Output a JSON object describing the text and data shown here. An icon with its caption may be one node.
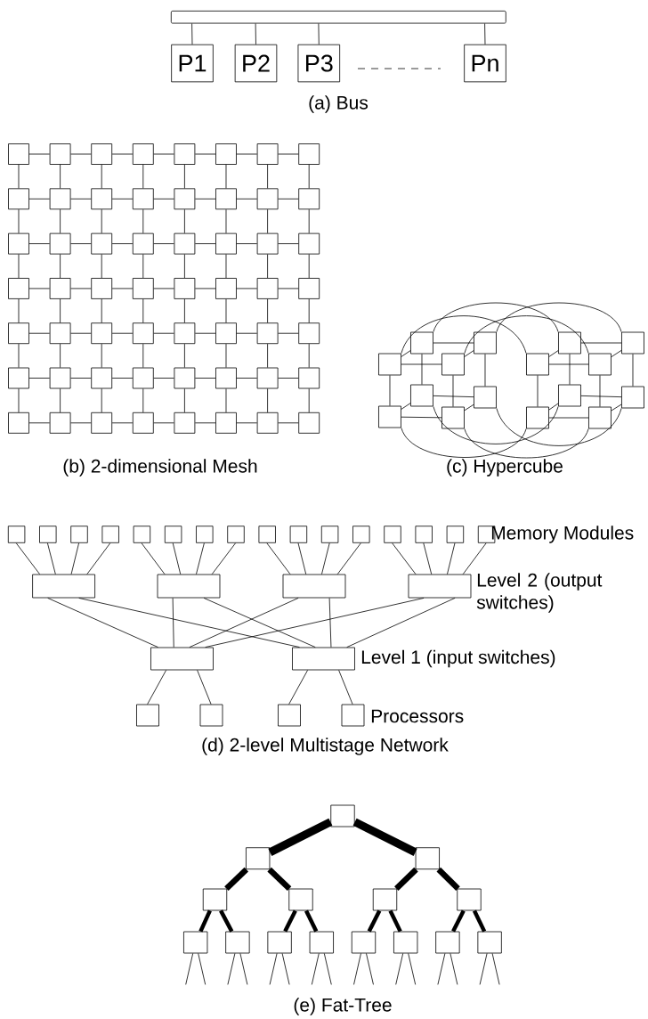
{
  "diagram": {
    "nodes": [
      {
        "text": [],
        "shape": "bar"
      },
      {
        "text": [
          "P1"
        ]
      },
      {
        "text": [
          "P2"
        ]
      },
      {
        "text": [
          "P3"
        ]
      },
      {
        "text": [
          "Pn"
        ]
      },
      {
        "text": [],
        "shape": "box"
      },
      {
        "text": [],
        "shape": "box"
      },
      {
        "text": [],
        "shape": "box"
      },
      {
        "text": [],
        "shape": "box"
      },
      {
        "text": [],
        "shape": "box"
      },
      {
        "text": [],
        "shape": "box"
      },
      {
        "text": [],
        "shape": "box"
      },
      {
        "text": [],
        "shape": "box"
      },
      {
        "text": [],
        "shape": "box"
      },
      {
        "text": [],
        "shape": "box"
      },
      {
        "text": [],
        "shape": "box"
      },
      {
        "text": [],
        "shape": "box"
      },
      {
        "text": [],
        "shape": "box"
      },
      {
        "text": [],
        "shape": "box"
      },
      {
        "text": [],
        "shape": "box"
      },
      {
        "text": [],
        "shape": "box"
      },
      {
        "text": [],
        "shape": "box"
      },
      {
        "text": [],
        "shape": "box"
      },
      {
        "text": [],
        "shape": "box"
      },
      {
        "text": [],
        "shape": "box"
      },
      {
        "text": [],
        "shape": "box"
      },
      {
        "text": [],
        "shape": "box"
      },
      {
        "text": [],
        "shape": "box"
      },
      {
        "text": [],
        "shape": "box"
      },
      {
        "text": [],
        "shape": "box"
      },
      {
        "text": [],
        "shape": "box"
      },
      {
        "text": [],
        "shape": "box"
      },
      {
        "text": [],
        "shape": "box"
      },
      {
        "text": [],
        "shape": "box"
      },
      {
        "text": [],
        "shape": "box"
      },
      {
        "text": [],
        "shape": "box"
      },
      {
        "text": [],
        "shape": "box"
      },
      {
        "text": [],
        "shape": "box"
      },
      {
        "text": [],
        "shape": "box"
      },
      {
        "text": [],
        "shape": "box"
      },
      {
        "text": [],
        "shape": "box"
      },
      {
        "text": [],
        "shape": "box"
      },
      {
        "text": [],
        "shape": "box"
      },
      {
        "text": [],
        "shape": "box"
      },
      {
        "text": [],
        "shape": "box"
      },
      {
        "text": [],
        "shape": "box"
      },
      {
        "text": [],
        "shape": "box"
      },
      {
        "text": [],
        "shape": "box"
      },
      {
        "text": [],
        "shape": "box"
      },
      {
        "text": [],
        "shape": "box"
      },
      {
        "text": [],
        "shape": "box"
      },
      {
        "text": [],
        "shape": "box"
      },
      {
        "text": [],
        "shape": "box"
      },
      {
        "text": [],
        "shape": "box"
      },
      {
        "text": [],
        "shape": "box"
      },
      {
        "text": [],
        "shape": "box"
      },
      {
        "text": [],
        "shape": "box"
      },
      {
        "text": [],
        "shape": "box"
      },
      {
        "text": [],
        "shape": "box"
      },
      {
        "text": [],
        "shape": "box"
      },
      {
        "text": [],
        "shape": "box"
      },
      {
        "text": [],
        "shape": "box"
      },
      {
        "text": [],
        "shape": "box"
      },
      {
        "text": [],
        "shape": "box"
      },
      {
        "text": [],
        "shape": "box"
      },
      {
        "text": [],
        "shape": "box"
      },
      {
        "text": [],
        "shape": "box"
      },
      {
        "text": [],
        "shape": "box"
      },
      {
        "text": [],
        "shape": "box"
      },
      {
        "text": [],
        "shape": "box"
      },
      {
        "text": [],
        "shape": "box"
      },
      {
        "text": [],
        "shape": "box"
      },
      {
        "text": [],
        "shape": "box"
      },
      {
        "text": [],
        "shape": "box"
      },
      {
        "text": [],
        "shape": "box"
      },
      {
        "text": [],
        "shape": "box"
      },
      {
        "text": [],
        "shape": "box"
      },
      {
        "text": [],
        "shape": "box"
      },
      {
        "text": [],
        "shape": "box"
      },
      {
        "text": [],
        "shape": "box"
      },
      {
        "text": [],
        "shape": "box"
      },
      {
        "text": [],
        "shape": "box"
      },
      {
        "text": [],
        "shape": "box"
      },
      {
        "text": [],
        "shape": "box"
      },
      {
        "text": [],
        "shape": "box"
      },
      {
        "text": [],
        "shape": "box"
      },
      {
        "text": [],
        "shape": "box"
      },
      {
        "text": [],
        "shape": "box"
      },
      {
        "text": [],
        "shape": "box"
      },
      {
        "text": [],
        "shape": "box"
      },
      {
        "text": [],
        "shape": "box"
      },
      {
        "text": [],
        "shape": "box"
      },
      {
        "text": [],
        "shape": "box"
      },
      {
        "text": [],
        "shape": "box"
      },
      {
        "text": [],
        "shape": "box"
      },
      {
        "text": [],
        "shape": "box"
      },
      {
        "text": [],
        "shape": "box"
      },
      {
        "text": [],
        "shape": "box"
      },
      {
        "text": [],
        "shape": "box"
      },
      {
        "text": [],
        "shape": "box"
      },
      {
        "text": [],
        "shape": "box"
      },
      {
        "text": [],
        "shape": "box"
      },
      {
        "text": [],
        "shape": "box"
      },
      {
        "text": [],
        "shape": "box"
      },
      {
        "text": [],
        "shape": "box"
      },
      {
        "text": [],
        "shape": "box"
      },
      {
        "text": [],
        "shape": "box"
      },
      {
        "text": [],
        "shape": "box"
      },
      {
        "text": [],
        "shape": "box"
      },
      {
        "text": [],
        "shape": "box"
      },
      {
        "text": [],
        "shape": "box"
      },
      {
        "text": [],
        "shape": "box"
      },
      {
        "text": [],
        "shape": "box"
      },
      {
        "text": [],
        "shape": "box"
      },
      {
        "text": [],
        "shape": "box"
      },
      {
        "text": [],
        "shape": "box"
      },
      {
        "text": [],
        "shape": "box"
      },
      {
        "text": [],
        "shape": "box"
      }
    ],
    "edges": [
      {
        "from": 0,
        "to": 1,
        "arrow": "none"
      },
      {
        "from": 0,
        "to": 2,
        "arrow": "none"
      },
      {
        "from": 0,
        "to": 3,
        "arrow": "none"
      },
      {
        "from": 0,
        "to": 4,
        "arrow": "none"
      },
      {
        "from": 5,
        "to": 6,
        "arrow": "none"
      },
      {
        "from": 6,
        "to": 7,
        "arrow": "none"
      },
      {
        "from": 7,
        "to": 8,
        "arrow": "none"
      },
      {
        "from": 8,
        "to": 9,
        "arrow": "none"
      },
      {
        "from": 9,
        "to": 10,
        "arrow": "none"
      },
      {
        "from": 10,
        "to": 11,
        "arrow": "none"
      },
      {
        "from": 11,
        "to": 12,
        "arrow": "none"
      },
      {
        "from": 13,
        "to": 14,
        "arrow": "none"
      },
      {
        "from": 14,
        "to": 15,
        "arrow": "none"
      },
      {
        "from": 15,
        "to": 16,
        "arrow": "none"
      },
      {
        "from": 16,
        "to": 17,
        "arrow": "none"
      },
      {
        "from": 17,
        "to": 18,
        "arrow": "none"
      },
      {
        "from": 18,
        "to": 19,
        "arrow": "none"
      },
      {
        "from": 19,
        "to": 20,
        "arrow": "none"
      },
      {
        "from": 21,
        "to": 22,
        "arrow": "none"
      },
      {
        "from": 22,
        "to": 23,
        "arrow": "none"
      },
      {
        "from": 23,
        "to": 24,
        "arrow": "none"
      },
      {
        "from": 24,
        "to": 25,
        "arrow": "none"
      },
      {
        "from": 25,
        "to": 26,
        "arrow": "none"
      },
      {
        "from": 26,
        "to": 27,
        "arrow": "none"
      },
      {
        "from": 27,
        "to": 28,
        "arrow": "none"
      },
      {
        "from": 29,
        "to": 30,
        "arrow": "none"
      },
      {
        "from": 30,
        "to": 31,
        "arrow": "none"
      },
      {
        "from": 31,
        "to": 32,
        "arrow": "none"
      },
      {
        "from": 32,
        "to": 33,
        "arrow": "none"
      },
      {
        "from": 33,
        "to": 34,
        "arrow": "none"
      },
      {
        "from": 34,
        "to": 35,
        "arrow": "none"
      },
      {
        "from": 35,
        "to": 36,
        "arrow": "none"
      },
      {
        "from": 37,
        "to": 38,
        "arrow": "none"
      },
      {
        "from": 38,
        "to": 39,
        "arrow": "none"
      },
      {
        "from": 39,
        "to": 40,
        "arrow": "none"
      },
      {
        "from": 40,
        "to": 41,
        "arrow": "none"
      },
      {
        "from": 41,
        "to": 42,
        "arrow": "none"
      },
      {
        "from": 42,
        "to": 43,
        "arrow": "none"
      },
      {
        "from": 43,
        "to": 44,
        "arrow": "none"
      },
      {
        "from": 45,
        "to": 46,
        "arrow": "none"
      },
      {
        "from": 46,
        "to": 47,
        "arrow": "none"
      },
      {
        "from": 47,
        "to": 48,
        "arrow": "none"
      },
      {
        "from": 48,
        "to": 49,
        "arrow": "none"
      },
      {
        "from": 49,
        "to": 50,
        "arrow": "none"
      },
      {
        "from": 50,
        "to": 51,
        "arrow": "none"
      },
      {
        "from": 51,
        "to": 52,
        "arrow": "none"
      },
      {
        "from": 53,
        "to": 54,
        "arrow": "none"
      },
      {
        "from": 54,
        "to": 55,
        "arrow": "none"
      },
      {
        "from": 55,
        "to": 56,
        "arrow": "none"
      },
      {
        "from": 56,
        "to": 57,
        "arrow": "none"
      },
      {
        "from": 57,
        "to": 58,
        "arrow": "none"
      },
      {
        "from": 58,
        "to": 59,
        "arrow": "none"
      },
      {
        "from": 59,
        "to": 60,
        "arrow": "none"
      },
      {
        "from": 5,
        "to": 13,
        "arrow": "none"
      },
      {
        "from": 6,
        "to": 14,
        "arrow": "none"
      },
      {
        "from": 7,
        "to": 15,
        "arrow": "none"
      },
      {
        "from": 8,
        "to": 16,
        "arrow": "none"
      },
      {
        "from": 9,
        "to": 17,
        "arrow": "none"
      },
      {
        "from": 10,
        "to": 18,
        "arrow": "none"
      },
      {
        "from": 11,
        "to": 19,
        "arrow": "none"
      },
      {
        "from": 12,
        "to": 20,
        "arrow": "none"
      },
      {
        "from": 13,
        "to": 21,
        "arrow": "none"
      },
      {
        "from": 14,
        "to": 22,
        "arrow": "none"
      },
      {
        "from": 15,
        "to": 23,
        "arrow": "none"
      },
      {
        "from": 16,
        "to": 24,
        "arrow": "none"
      },
      {
        "from": 17,
        "to": 25,
        "arrow": "none"
      },
      {
        "from": 18,
        "to": 26,
        "arrow": "none"
      },
      {
        "from": 19,
        "to": 27,
        "arrow": "none"
      },
      {
        "from": 20,
        "to": 28,
        "arrow": "none"
      },
      {
        "from": 21,
        "to": 29,
        "arrow": "none"
      },
      {
        "from": 22,
        "to": 30,
        "arrow": "none"
      },
      {
        "from": 23,
        "to": 31,
        "arrow": "none"
      },
      {
        "from": 24,
        "to": 32,
        "arrow": "none"
      },
      {
        "from": 25,
        "to": 33,
        "arrow": "none"
      },
      {
        "from": 26,
        "to": 34,
        "arrow": "none"
      },
      {
        "from": 27,
        "to": 35,
        "arrow": "none"
      },
      {
        "from": 28,
        "to": 36,
        "arrow": "none"
      },
      {
        "from": 29,
        "to": 37,
        "arrow": "none"
      },
      {
        "from": 30,
        "to": 38,
        "arrow": "none"
      },
      {
        "from": 31,
        "to": 39,
        "arrow": "none"
      },
      {
        "from": 32,
        "to": 40,
        "arrow": "none"
      },
      {
        "from": 33,
        "to": 41,
        "arrow": "none"
      },
      {
        "from": 34,
        "to": 42,
        "arrow": "none"
      },
      {
        "from": 35,
        "to": 43,
        "arrow": "none"
      },
      {
        "from": 36,
        "to": 44,
        "arrow": "none"
      },
      {
        "from": 37,
        "to": 45,
        "arrow": "none"
      },
      {
        "from": 38,
        "to": 46,
        "arrow": "none"
      },
      {
        "from": 39,
        "to": 47,
        "arrow": "none"
      },
      {
        "from": 40,
        "to": 48,
        "arrow": "none"
      },
      {
        "from": 41,
        "to": 49,
        "arrow": "none"
      },
      {
        "from": 42,
        "to": 50,
        "arrow": "none"
      },
      {
        "from": 43,
        "to": 51,
        "arrow": "none"
      },
      {
        "from": 44,
        "to": 52,
        "arrow": "none"
      },
      {
        "from": 45,
        "to": 53,
        "arrow": "none"
      },
      {
        "from": 46,
        "to": 54,
        "arrow": "none"
      },
      {
        "from": 47,
        "to": 55,
        "arrow": "none"
      },
      {
        "from": 48,
        "to": 56,
        "arrow": "none"
      },
      {
        "from": 49,
        "to": 57,
        "arrow": "none"
      },
      {
        "from": 50,
        "to": 58,
        "arrow": "none"
      },
      {
        "from": 51,
        "to": 59,
        "arrow": "none"
      },
      {
        "from": 52,
        "to": 60,
        "arrow": "none"
      },
      {
        "from": 65,
        "to": 66,
        "arrow": "none"
      },
      {
        "from": 66,
        "to": 74,
        "arrow": "none"
      },
      {
        "from": 73,
        "to": 74,
        "arrow": "none"
      },
      {
        "from": 65,
        "to": 73,
        "arrow": "none"
      },
      {
        "from": 61,
        "to": 62,
        "arrow": "none"
      },
      {
        "from": 62,
        "to": 70,
        "arrow": "none"
      },
      {
        "from": 69,
        "to": 70,
        "arrow": "none"
      },
      {
        "from": 61,
        "to": 69,
        "arrow": "none"
      },
      {
        "from": 65,
        "to": 61,
        "arrow": "none"
      },
      {
        "from": 66,
        "to": 62,
        "arrow": "none"
      },
      {
        "from": 73,
        "to": 69,
        "arrow": "none"
      },
      {
        "from": 74,
        "to": 70,
        "arrow": "none"
      },
      {
        "from": 67,
        "to": 68,
        "arrow": "none"
      },
      {
        "from": 68,
        "to": 76,
        "arrow": "none"
      },
      {
        "from": 75,
        "to": 76,
        "arrow": "none"
      },
      {
        "from": 67,
        "to": 75,
        "arrow": "none"
      },
      {
        "from": 63,
        "to": 64,
        "arrow": "none"
      },
      {
        "from": 64,
        "to": 72,
        "arrow": "none"
      },
      {
        "from": 71,
        "to": 72,
        "arrow": "none"
      },
      {
        "from": 63,
        "to": 71,
        "arrow": "none"
      },
      {
        "from": 67,
        "to": 63,
        "arrow": "none"
      },
      {
        "from": 68,
        "to": 64,
        "arrow": "none"
      },
      {
        "from": 75,
        "to": 71,
        "arrow": "none"
      },
      {
        "from": 76,
        "to": 72,
        "arrow": "none"
      },
      {
        "from": 61,
        "to": 63,
        "arrow": "none"
      },
      {
        "from": 62,
        "to": 64,
        "arrow": "none"
      },
      {
        "from": 65,
        "to": 67,
        "arrow": "none"
      },
      {
        "from": 66,
        "to": 68,
        "arrow": "none"
      },
      {
        "from": 69,
        "to": 71,
        "arrow": "none"
      },
      {
        "from": 70,
        "to": 72,
        "arrow": "none"
      },
      {
        "from": 73,
        "to": 75,
        "arrow": "none"
      },
      {
        "from": 74,
        "to": 76,
        "arrow": "none"
      },
      {
        "from": 77,
        "to": 93,
        "arrow": "none"
      },
      {
        "from": 78,
        "to": 93,
        "arrow": "none"
      },
      {
        "from": 79,
        "to": 93,
        "arrow": "none"
      },
      {
        "from": 80,
        "to": 93,
        "arrow": "none"
      },
      {
        "from": 81,
        "to": 94,
        "arrow": "none"
      },
      {
        "from": 82,
        "to": 94,
        "arrow": "none"
      },
      {
        "from": 83,
        "to": 94,
        "arrow": "none"
      },
      {
        "from": 84,
        "to": 94,
        "arrow": "none"
      },
      {
        "from": 85,
        "to": 95,
        "arrow": "none"
      },
      {
        "from": 86,
        "to": 95,
        "arrow": "none"
      },
      {
        "from": 87,
        "to": 95,
        "arrow": "none"
      },
      {
        "from": 88,
        "to": 95,
        "arrow": "none"
      },
      {
        "from": 89,
        "to": 96,
        "arrow": "none"
      },
      {
        "from": 90,
        "to": 96,
        "arrow": "none"
      },
      {
        "from": 91,
        "to": 96,
        "arrow": "none"
      },
      {
        "from": 92,
        "to": 96,
        "arrow": "none"
      },
      {
        "from": 93,
        "to": 97,
        "arrow": "none"
      },
      {
        "from": 93,
        "to": 98,
        "arrow": "none"
      },
      {
        "from": 94,
        "to": 97,
        "arrow": "none"
      },
      {
        "from": 94,
        "to": 98,
        "arrow": "none"
      },
      {
        "from": 95,
        "to": 97,
        "arrow": "none"
      },
      {
        "from": 95,
        "to": 98,
        "arrow": "none"
      },
      {
        "from": 96,
        "to": 97,
        "arrow": "none"
      },
      {
        "from": 96,
        "to": 98,
        "arrow": "none"
      },
      {
        "from": 97,
        "to": 99,
        "arrow": "none"
      },
      {
        "from": 97,
        "to": 100,
        "arrow": "none"
      },
      {
        "from": 98,
        "to": 101,
        "arrow": "none"
      },
      {
        "from": 98,
        "to": 102,
        "arrow": "none"
      },
      {
        "from": 103,
        "to": 104,
        "arrow": "none",
        "style": "thick"
      },
      {
        "from": 103,
        "to": 105,
        "arrow": "none",
        "style": "thick"
      },
      {
        "from": 104,
        "to": 106,
        "arrow": "none",
        "style": "thick"
      },
      {
        "from": 104,
        "to": 107,
        "arrow": "none",
        "style": "thick"
      },
      {
        "from": 105,
        "to": 108,
        "arrow": "none",
        "style": "thick"
      },
      {
        "from": 105,
        "to": 109,
        "arrow": "none",
        "style": "thick"
      },
      {
        "from": 106,
        "to": 110,
        "arrow": "none",
        "style": "thick"
      },
      {
        "from": 106,
        "to": 111,
        "arrow": "none",
        "style": "thick"
      },
      {
        "from": 107,
        "to": 112,
        "arrow": "none",
        "style": "thick"
      },
      {
        "from": 107,
        "to": 113,
        "arrow": "none",
        "style": "thick"
      },
      {
        "from": 108,
        "to": 114,
        "arrow": "none",
        "style": "thick"
      },
      {
        "from": 108,
        "to": 115,
        "arrow": "none",
        "style": "thick"
      },
      {
        "from": 109,
        "to": 116,
        "arrow": "none",
        "style": "thick"
      },
      {
        "from": 109,
        "to": 117,
        "arrow": "none",
        "style": "thick"
      },
      {
        "from": 110,
        "to": null,
        "arrow": "none"
      },
      {
        "from": 110,
        "to": null,
        "arrow": "none"
      },
      {
        "from": 111,
        "to": null,
        "arrow": "none"
      },
      {
        "from": 111,
        "to": null,
        "arrow": "none"
      },
      {
        "from": 112,
        "to": null,
        "arrow": "none"
      },
      {
        "from": 112,
        "to": null,
        "arrow": "none"
      },
      {
        "from": 113,
        "to": null,
        "arrow": "none"
      },
      {
        "from": 113,
        "to": null,
        "arrow": "none"
      },
      {
        "from": 114,
        "to": null,
        "arrow": "none"
      },
      {
        "from": 114,
        "to": null,
        "arrow": "none"
      },
      {
        "from": 115,
        "to": null,
        "arrow": "none"
      },
      {
        "from": 115,
        "to": null,
        "arrow": "none"
      },
      {
        "from": 116,
        "to": null,
        "arrow": "none"
      },
      {
        "from": 116,
        "to": null,
        "arrow": "none"
      },
      {
        "from": 117,
        "to": null,
        "arrow": "none"
      },
      {
        "from": 117,
        "to": null,
        "arrow": "none"
      }
    ],
    "labels": [
      "(a) Bus",
      "(b) 2-dimensional Mesh",
      "(c) Hypercube",
      "Memory Modules",
      "Level 2 (output switches)",
      "Level 1 (input switches)",
      "Processors",
      "(d) 2-level Multistage Network",
      "(e) Fat-Tree"
    ]
  }
}
